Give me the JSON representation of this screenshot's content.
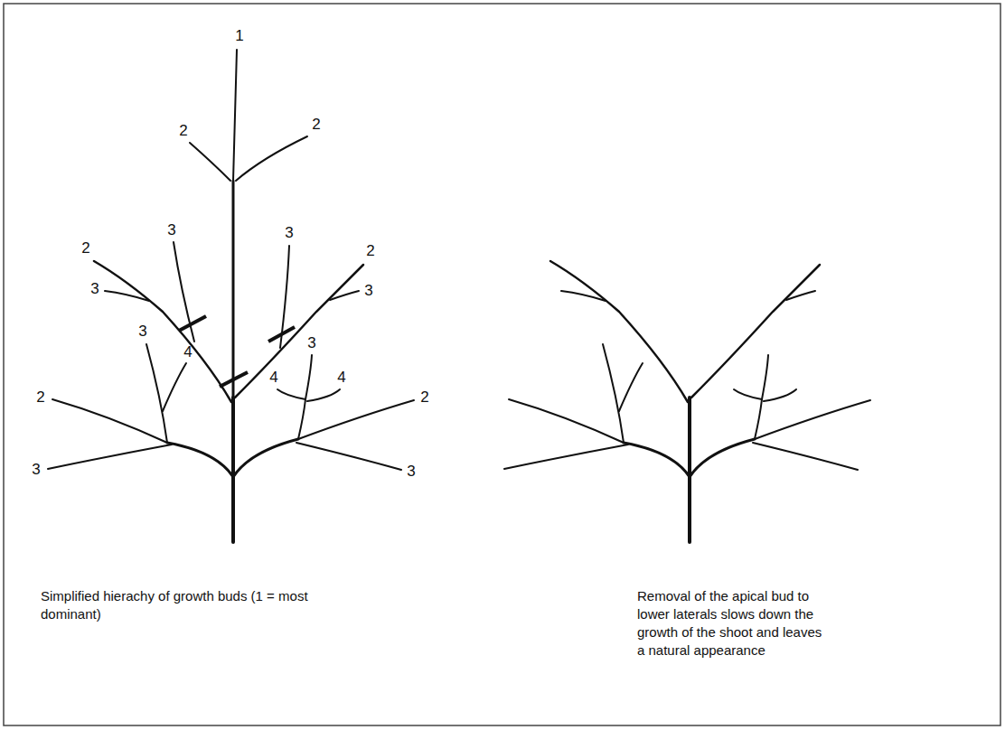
{
  "diagram": {
    "labels": [
      "1",
      "2",
      "2",
      "3",
      "3",
      "2",
      "2",
      "3",
      "3",
      "3",
      "3",
      "4",
      "4",
      "4",
      "2",
      "2",
      "3",
      "3",
      "Simplified hierachy of growth buds (1 = most dominant)",
      "Removal of the apical bud to lower laterals slows down the growth of the shoot and leaves a natural appearance"
    ]
  }
}
